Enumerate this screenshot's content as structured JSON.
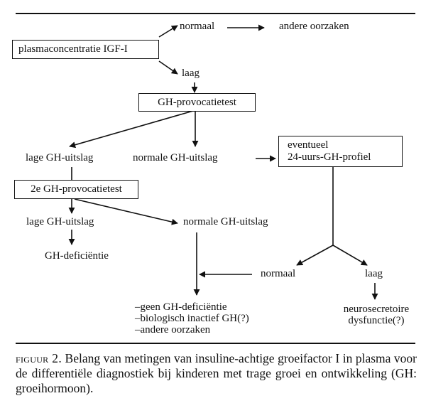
{
  "diagram": {
    "type": "flowchart",
    "nodes": {
      "plasma_igf": "plasmaconcentratie IGF-I",
      "normaal_top": "normaal",
      "andere_oorzaken_top": "andere oorzaken",
      "laag_top": "laag",
      "gh_test": "GH-provocatietest",
      "lage_gh_1": "lage GH-uitslag",
      "normale_gh_1": "normale GH-uitslag",
      "profiel_line1": "eventueel",
      "profiel_line2": "24-uurs-GH-profiel",
      "gh_test_2": "2e GH-provocatietest",
      "lage_gh_2": "lage GH-uitslag",
      "normale_gh_2": "normale GH-uitslag",
      "gh_deficientie": "GH-deficiëntie",
      "normaal_profiel": "normaal",
      "laag_profiel": "laag",
      "outcome_lines": [
        "–geen GH-deficiëntie",
        "–biologisch inactief GH(?)",
        "–andere oorzaken"
      ],
      "neuro_line1": "neurosecretoire",
      "neuro_line2": "dysfunctie(?)"
    },
    "edges": [
      [
        "plasmaconcentratie IGF-I",
        "normaal"
      ],
      [
        "normaal",
        "andere oorzaken"
      ],
      [
        "plasmaconcentratie IGF-I",
        "laag"
      ],
      [
        "laag",
        "GH-provocatietest"
      ],
      [
        "GH-provocatietest",
        "lage GH-uitslag"
      ],
      [
        "GH-provocatietest",
        "normale GH-uitslag"
      ],
      [
        "normale GH-uitslag",
        "eventueel 24-uurs-GH-profiel"
      ],
      [
        "lage GH-uitslag",
        "2e GH-provocatietest"
      ],
      [
        "2e GH-provocatietest",
        "lage GH-uitslag (2)"
      ],
      [
        "2e GH-provocatietest",
        "normale GH-uitslag (2)"
      ],
      [
        "lage GH-uitslag (2)",
        "GH-deficiëntie"
      ],
      [
        "normale GH-uitslag (2)",
        "outcome list"
      ],
      [
        "eventueel 24-uurs-GH-profiel",
        "normaal (profiel)"
      ],
      [
        "eventueel 24-uurs-GH-profiel",
        "laag (profiel)"
      ],
      [
        "normaal (profiel)",
        "outcome list"
      ],
      [
        "laag (profiel)",
        "neurosecretoire dysfunctie(?)"
      ]
    ]
  },
  "caption": {
    "label": "figuur 2.",
    "text": " Belang van metingen van insuline-achtige groeifactor I in plasma voor de differentiële diagnostiek bij kinderen met trage groei en ontwikkeling (GH: groeihormoon)."
  }
}
